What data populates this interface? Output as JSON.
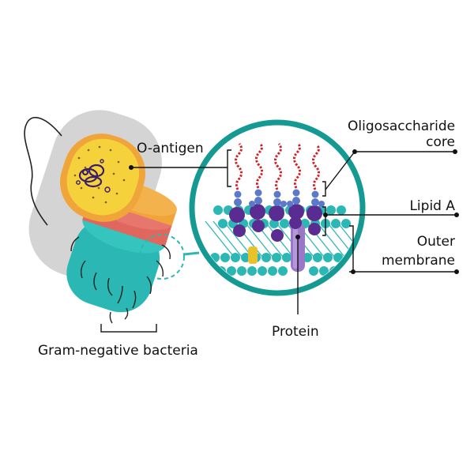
{
  "labels": {
    "o_antigen": "O-antigen",
    "oligo_line1": "Oligosaccharide",
    "oligo_line2": "core",
    "lipid_a": "Lipid A",
    "outer_line1": "Outer",
    "outer_line2": "membrane",
    "protein": "Protein",
    "gram_negative": "Gram-negative bacteria"
  },
  "colors": {
    "membrane_teal": "#2bb8b4",
    "ring_teal": "#149a92",
    "lipid_purple": "#5a2c91",
    "sugar_blue": "#5b78c9",
    "chain_red": "#d51f24",
    "cytoplasm_yellow": "#f5d23c",
    "cell_wall_orange": "#f0a53a",
    "wall_red": "#e0675e",
    "capsule_gray": "#cfcfcf",
    "protein_lavender": "#9b77c8",
    "protein_yellow": "#e8c22a"
  }
}
